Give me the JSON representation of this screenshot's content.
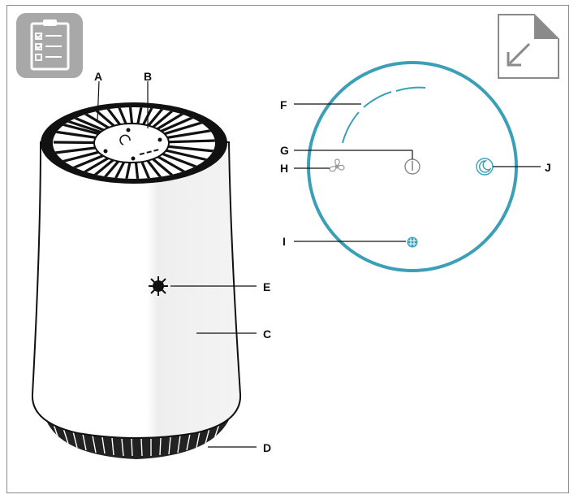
{
  "checklist_icon": "checklist-icon",
  "page_corner_icon": "arrow-down-left-page-icon",
  "labels": {
    "A": "A",
    "B": "B",
    "C": "C",
    "D": "D",
    "E": "E",
    "F": "F",
    "G": "G",
    "H": "H",
    "I": "I",
    "J": "J"
  },
  "control_panel": {
    "ring_color": "#3b9fb8",
    "icons": {
      "fan_speed": "fan-icon",
      "power": "power-icon",
      "night_mode": "moon-icon",
      "filter": "filter-icon"
    }
  }
}
